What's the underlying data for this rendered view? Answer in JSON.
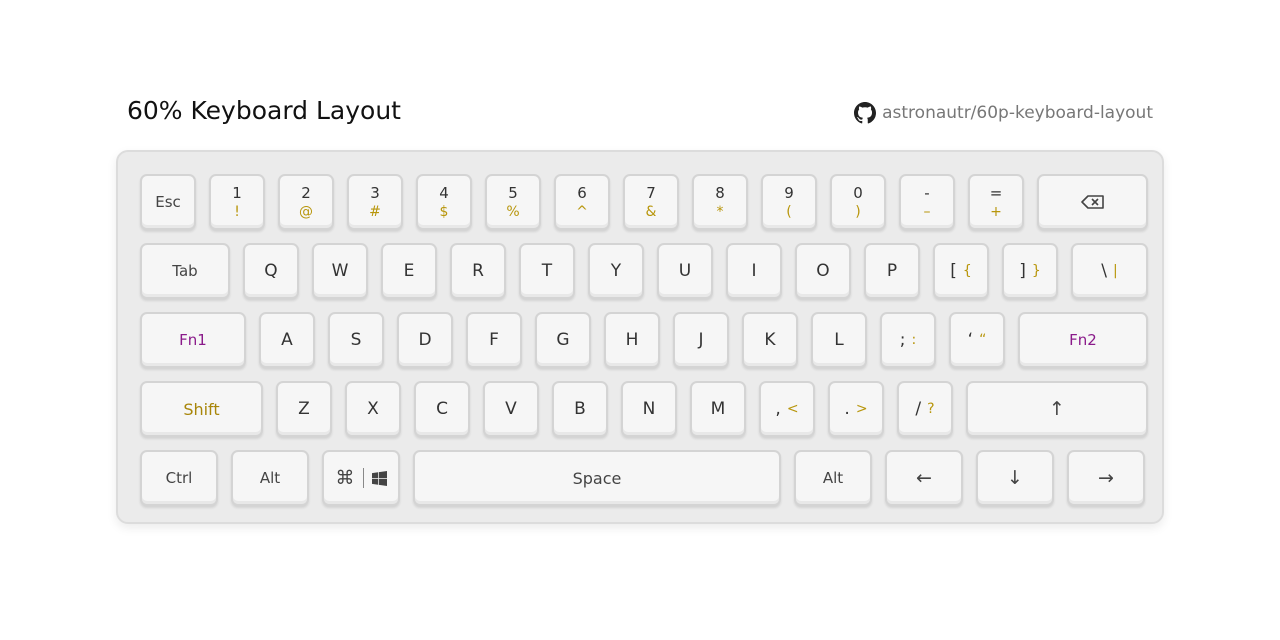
{
  "header": {
    "title": "60% Keyboard Layout",
    "repo": "astronautr/60p-keyboard-layout"
  },
  "icons": {
    "repo": "github-icon",
    "backspace": "backspace-icon",
    "up": "arrow-up-icon",
    "left": "arrow-left-icon",
    "down": "arrow-down-icon",
    "right": "arrow-right-icon",
    "cmd": "command-icon",
    "win": "windows-icon"
  },
  "colors": {
    "secondary_legend": "#b8960c",
    "fn_legend": "#8a1a8a"
  },
  "keys": {
    "esc": "Esc",
    "num": [
      {
        "top": "1",
        "bot": "!"
      },
      {
        "top": "2",
        "bot": "@"
      },
      {
        "top": "3",
        "bot": "#"
      },
      {
        "top": "4",
        "bot": "$"
      },
      {
        "top": "5",
        "bot": "%"
      },
      {
        "top": "6",
        "bot": "^"
      },
      {
        "top": "7",
        "bot": "&"
      },
      {
        "top": "8",
        "bot": "*"
      },
      {
        "top": "9",
        "bot": "("
      },
      {
        "top": "0",
        "bot": ")"
      },
      {
        "top": "-",
        "bot": "–"
      },
      {
        "top": "=",
        "bot": "+"
      }
    ],
    "backspace": "⌫",
    "tab": "Tab",
    "qrow": [
      "Q",
      "W",
      "E",
      "R",
      "T",
      "Y",
      "U",
      "I",
      "O",
      "P"
    ],
    "bracket_l": {
      "a": "[",
      "b": "{"
    },
    "bracket_r": {
      "a": "]",
      "b": "}"
    },
    "backslash": {
      "a": "\\",
      "b": "|"
    },
    "fn1": "Fn1",
    "arow": [
      "A",
      "S",
      "D",
      "F",
      "G",
      "H",
      "J",
      "K",
      "L"
    ],
    "semicolon": {
      "a": ";",
      "b": ":"
    },
    "quote": {
      "a": "‘",
      "b": "“"
    },
    "fn2": "Fn2",
    "shift": "Shift",
    "zrow": [
      "Z",
      "X",
      "C",
      "V",
      "B",
      "N",
      "M"
    ],
    "comma": {
      "a": ",",
      "b": "<"
    },
    "period": {
      "a": ".",
      "b": ">"
    },
    "slash": {
      "a": "/",
      "b": "?"
    },
    "up": "↑",
    "ctrl": "Ctrl",
    "alt": "Alt",
    "cmd": "⌘",
    "space": "Space",
    "alt_r": "Alt",
    "left": "←",
    "down": "↓",
    "right": "→"
  }
}
